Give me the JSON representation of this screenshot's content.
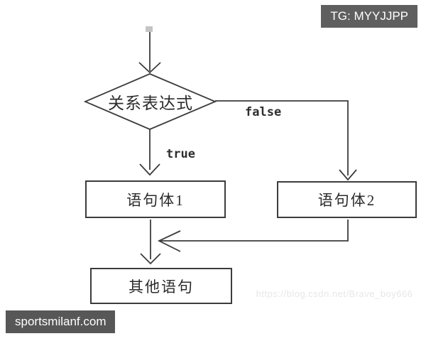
{
  "overlays": {
    "tg_badge": "TG: MYYJJPP",
    "site_badge": "sportsmilanf.com",
    "watermark": "https://blog.csdn.net/Brave_boy666"
  },
  "flowchart": {
    "type": "if-else-decision-flow",
    "decision": {
      "label": "关系表达式"
    },
    "branches": {
      "true_label": "true",
      "false_label": "false"
    },
    "boxes": [
      {
        "id": "statement-body-1",
        "label": "语句体1"
      },
      {
        "id": "statement-body-2",
        "label": "语句体2"
      },
      {
        "id": "other-statements",
        "label": "其他语句"
      }
    ],
    "edges": [
      {
        "from": "start",
        "to": "decision"
      },
      {
        "from": "decision",
        "to": "statement-body-1",
        "label": "true"
      },
      {
        "from": "decision",
        "to": "statement-body-2",
        "label": "false"
      },
      {
        "from": "statement-body-1",
        "to": "other-statements"
      },
      {
        "from": "statement-body-2",
        "to": "other-statements"
      }
    ],
    "colors": {
      "line": "#3c3c3c",
      "background": "#ffffff",
      "badge_bg": "#5f5f5f",
      "badge_text": "#ffffff",
      "watermark_text": "#e7e7e7",
      "start_handle": "#c4c4c4"
    }
  }
}
